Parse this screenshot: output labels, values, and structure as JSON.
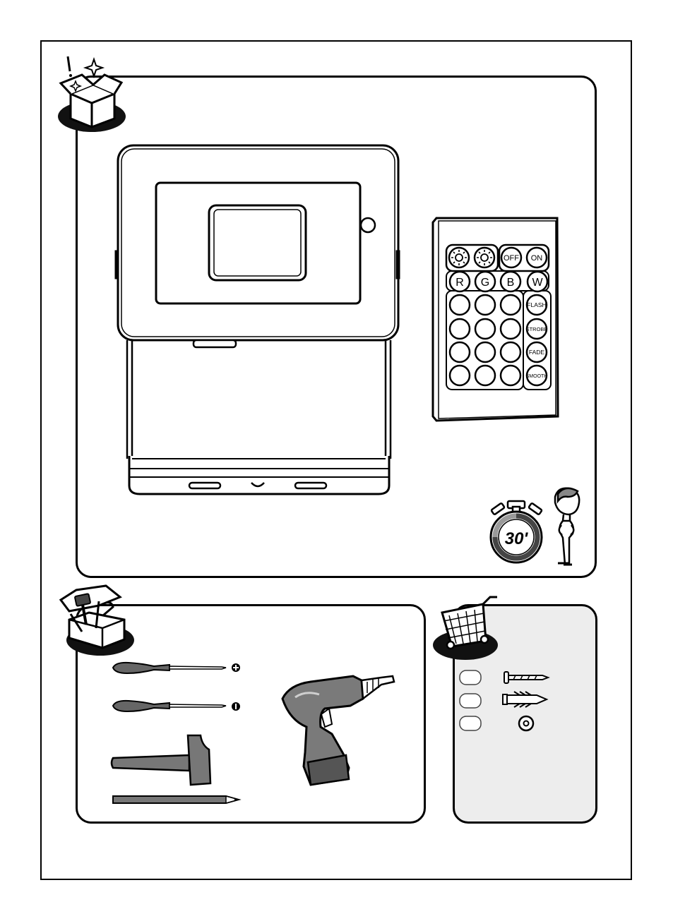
{
  "remote": {
    "off_label": "OFF",
    "on_label": "ON",
    "color_buttons": [
      "R",
      "G",
      "B",
      "W"
    ],
    "mode_buttons": [
      "FLASH",
      "STROBE",
      "FADE",
      "SMOOTH"
    ]
  },
  "timer": {
    "label": "30'"
  }
}
